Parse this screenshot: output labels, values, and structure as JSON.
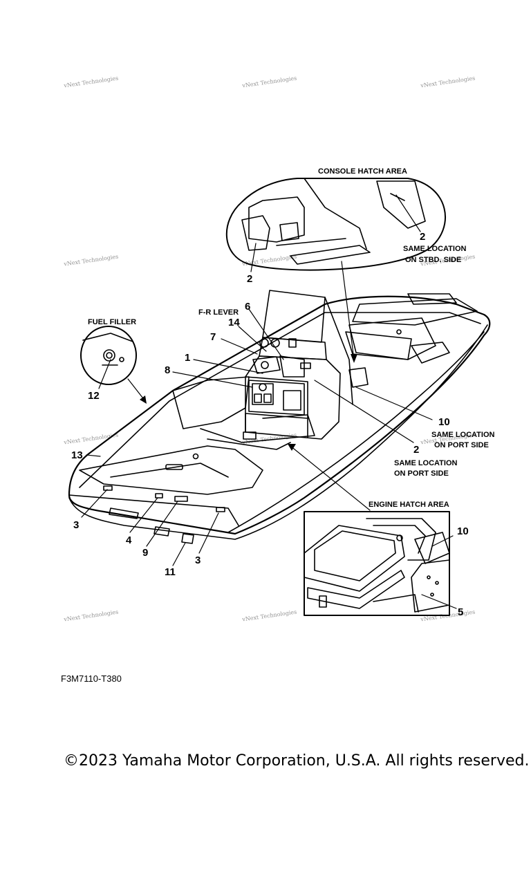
{
  "watermark_text": "vNext Technologies",
  "labels": {
    "console_hatch_area": "CONSOLE HATCH AREA",
    "same_location_stbd": "SAME LOCATION",
    "on_stbd_side": "ON STBD. SIDE",
    "fuel_filler": "FUEL FILLER",
    "fr_lever": "F-R LEVER",
    "same_location_port_1": "SAME LOCATION",
    "on_port_side_1": "ON PORT SIDE",
    "same_location_port_2": "SAME LOCATION",
    "on_port_side_2": "ON PORT SIDE",
    "engine_hatch_area": "ENGINE HATCH AREA"
  },
  "callouts": {
    "c1": "1",
    "c2a": "2",
    "c2b": "2",
    "c2c": "2",
    "c3a": "3",
    "c3b": "3",
    "c4": "4",
    "c5": "5",
    "c6": "6",
    "c7": "7",
    "c8": "8",
    "c9": "9",
    "c10a": "10",
    "c10b": "10",
    "c11": "11",
    "c12": "12",
    "c13": "13",
    "c14": "14"
  },
  "diagram_code": "F3M7110-T380",
  "copyright": "©2023 Yamaha Motor Corporation, U.S.A. All rights reserved."
}
